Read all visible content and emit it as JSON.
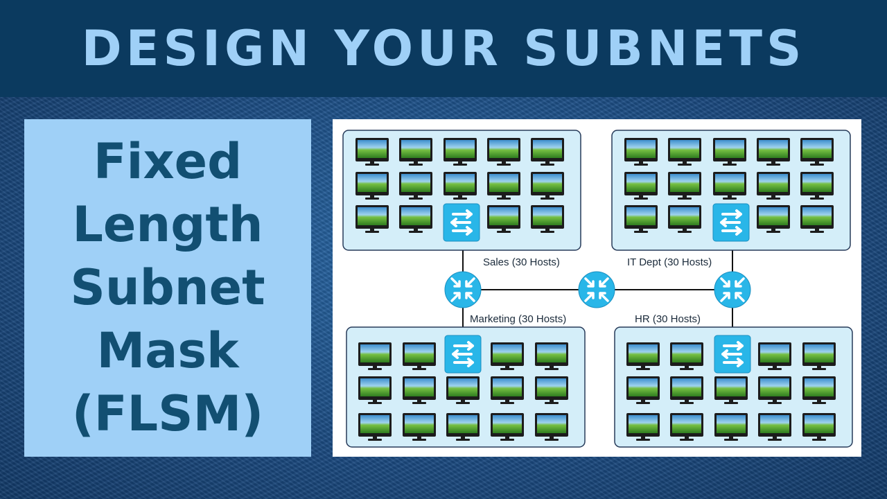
{
  "banner": {
    "title": "DESIGN YOUR SUBNETS"
  },
  "side_panel": {
    "lines": [
      "Fixed",
      "Length",
      "Subnet",
      "Mask",
      "(FLSM)"
    ]
  },
  "diagram": {
    "networks": [
      {
        "id": "sales",
        "label": "Sales (30 Hosts)"
      },
      {
        "id": "it",
        "label": "IT Dept (30 Hosts)"
      },
      {
        "id": "marketing",
        "label": "Marketing (30 Hosts)"
      },
      {
        "id": "hr",
        "label": "HR (30 Hosts)"
      }
    ],
    "icons": {
      "host": "computer-monitor-icon",
      "switch": "switch-icon",
      "router": "router-icon"
    },
    "colors": {
      "banner_bg": "#0b3a5f",
      "banner_text": "#9fd0f7",
      "panel_bg": "#9fd0f7",
      "panel_text": "#124f72",
      "lan_box": "#d4eef9",
      "device": "#29b6e8"
    }
  }
}
